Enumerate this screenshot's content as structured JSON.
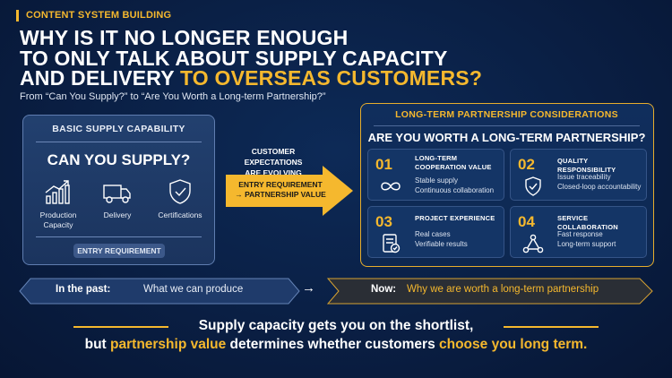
{
  "kicker": "CONTENT SYSTEM BUILDING",
  "title": {
    "line1": "WHY IS IT NO LONGER ENOUGH",
    "line2": "TO ONLY TALK ABOUT SUPPLY CAPACITY",
    "line3_a": "AND DELIVERY ",
    "line3_b": "TO OVERSEAS CUSTOMERS?"
  },
  "subtitle": "From “Can You Supply?” to “Are You Worth a Long-term Partnership?”",
  "left_panel": {
    "heading": "BASIC SUPPLY CAPABILITY",
    "question": "CAN YOU SUPPLY?",
    "items": [
      {
        "label": "Production Capacity",
        "icon": "growth-chart-icon"
      },
      {
        "label": "Delivery",
        "icon": "truck-icon"
      },
      {
        "label": "Certifications",
        "icon": "shield-check-icon"
      }
    ],
    "badge": "ENTRY REQUIREMENT"
  },
  "middle": {
    "caption_line1": "CUSTOMER EXPECTATIONS",
    "caption_line2": "ARE EVOLVING",
    "arrow_line1": "ENTRY REQUIREMENT",
    "arrow_line2": "→ PARTNERSHIP VALUE",
    "arrow_color": "#f5b82e"
  },
  "right_panel": {
    "heading": "LONG-TERM PARTNERSHIP CONSIDERATIONS",
    "question": "ARE YOU WORTH A LONG-TERM PARTNERSHIP?",
    "cards": [
      {
        "num": "01",
        "title_line1": "LONG-TERM",
        "title_line2": "COOPERATION VALUE",
        "line1": "Stable supply",
        "line2": "Continuous collaboration",
        "icon": "infinity-icon"
      },
      {
        "num": "02",
        "title_line1": "QUALITY RESPONSIBILITY",
        "title_line2": "",
        "line1": "Issue traceability",
        "line2": "Closed-loop accountability",
        "icon": "shield-check-icon"
      },
      {
        "num": "03",
        "title_line1": "PROJECT EXPERIENCE",
        "title_line2": "",
        "line1": "Real cases",
        "line2": "Verifiable results",
        "icon": "document-check-icon"
      },
      {
        "num": "04",
        "title_line1": "SERVICE COLLABORATION",
        "title_line2": "",
        "line1": "Fast response",
        "line2": "Long-term support",
        "icon": "network-icon"
      }
    ]
  },
  "banner": {
    "past_label": "In the past:",
    "past_value": "What we can produce",
    "arrow": "→",
    "now_label": "Now:",
    "now_value": "Why we are worth a long-term partnership"
  },
  "bottom": {
    "line1": "Supply capacity gets you on the shortlist,",
    "line2_a": "but ",
    "line2_b": "partnership value",
    "line2_c": " determines whether customers ",
    "line2_d": "choose you long term.",
    "accent": "#f5b82e"
  }
}
